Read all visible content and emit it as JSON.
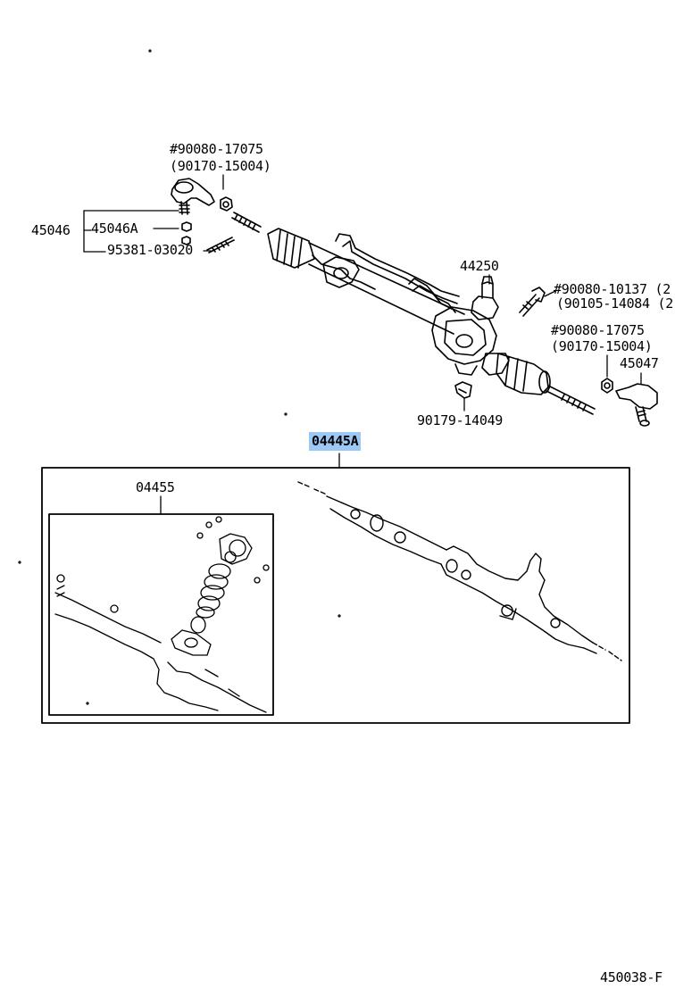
{
  "colors": {
    "highlight": "#9cc8f5",
    "ink": "#000000",
    "background": "#ffffff"
  },
  "callouts": {
    "tie_end_bolt_left": "#90080-17075",
    "tie_end_nut_left": "(90170-15004)",
    "tie_rod_end_left": "45046",
    "tie_rod_end_sub": "45046A",
    "cotter_pin_left": "95381-03020",
    "pinion_valve": "44250",
    "bracket_bolt_1": "#90080-10137 (2",
    "bracket_bolt_2": "(90105-14084 (2",
    "tie_end_bolt_right": "#90080-17075",
    "tie_end_nut_right": "(90170-15004)",
    "tie_rod_end_right": "45047",
    "clip": "90179-14049",
    "gasket_kit_main": "04445A",
    "gasket_kit_sub": "04455"
  },
  "page_code": "450038-F"
}
